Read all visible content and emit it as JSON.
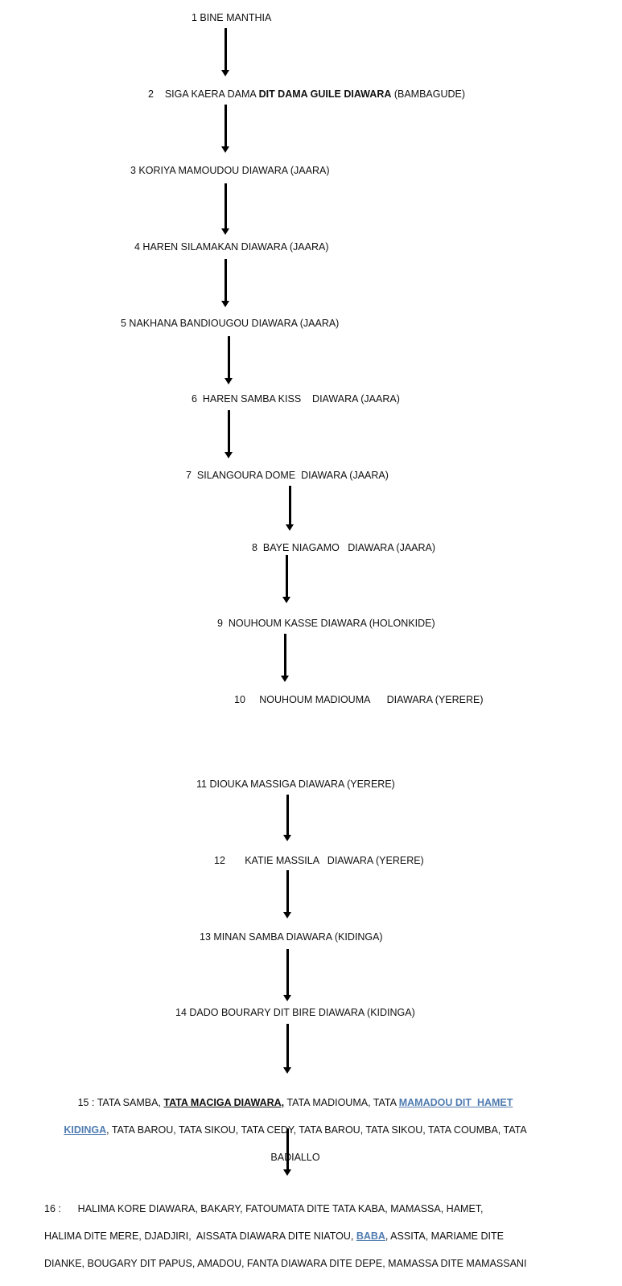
{
  "generations": [
    {
      "text": "1 BINE MANTHIA"
    },
    {
      "pre": "2    SIGA KAERA DAMA ",
      "bold": "DIT DAMA GUILE DIAWARA",
      "post": " (BAMBAGUDE)"
    },
    {
      "text": "3 KORIYA MAMOUDOU DIAWARA (JAARA)"
    },
    {
      "text": "4 HAREN SILAMAKAN DIAWARA (JAARA)"
    },
    {
      "text": "5 NAKHANA BANDIOUGOU DIAWARA (JAARA)"
    },
    {
      "text": "6  HAREN SAMBA KISS    DIAWARA (JAARA)"
    },
    {
      "text": "7  SILANGOURA DOME  DIAWARA (JAARA)"
    },
    {
      "text": "8  BAYE NIAGAMO   DIAWARA (JAARA)"
    },
    {
      "text": "9  NOUHOUM KASSE DIAWARA (HOLONKIDE)"
    },
    {
      "text": "10     NOUHOUM MADIOUMA      DIAWARA (YERERE)"
    },
    {
      "text": "11 DIOUKA MASSIGA DIAWARA (YERERE)"
    },
    {
      "text": "12       KATIE MASSILA   DIAWARA (YERERE)"
    },
    {
      "text": "13 MINAN SAMBA DIAWARA (KIDINGA)"
    },
    {
      "text": "14 DADO BOURARY DIT BIRE DIAWARA (KIDINGA)"
    }
  ],
  "gen15": {
    "l1_a": "15 : TATA SAMBA, ",
    "l1_bold": "TATA MACIGA DIAWARA,",
    "l1_b": " TATA MADIOUMA, TATA ",
    "l1_link": "MAMADOU DIT  HAMET",
    "l2_link": "KIDINGA",
    "l2_b": ", TATA BAROU, TATA SIKOU, TATA CEDY, TATA BAROU, TATA SIKOU, TATA COUMBA, TATA",
    "l3": "BADIALLO"
  },
  "gen16": {
    "l1": "16 :      HALIMA KORE DIAWARA, BAKARY, FATOUMATA DITE TATA KABA, MAMASSA, HAMET,",
    "l2_a": "HALIMA DITE MERE, DJADJIRI,  AISSATA DIAWARA DITE NIATOU, ",
    "l2_link": "BABA",
    "l2_b": ", ASSITA, MARIAME DITE",
    "l3": "DIANKE, BOUGARY DIT PAPUS, AMADOU, FANTA DIAWARA DITE DEPE, MAMASSA DITE MAMASSANI"
  }
}
